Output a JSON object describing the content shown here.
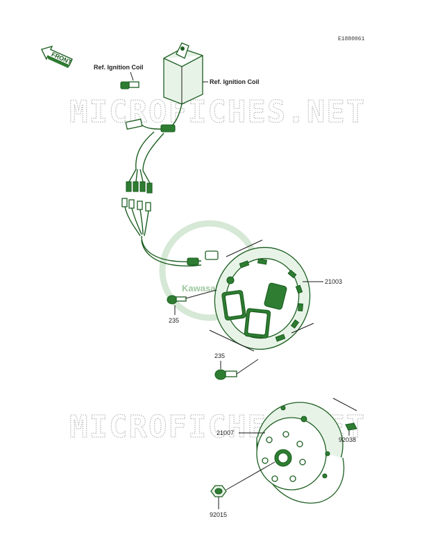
{
  "diagram_code": "E1880061",
  "front_label": "FRONT",
  "watermark": {
    "text_top": "MICROFICHES.NET",
    "text_bottom": "MICROFICHES.NET",
    "logo_text": "Kawasaki"
  },
  "labels": {
    "ref_coil_left": "Ref. Ignition Coil",
    "ref_coil_right": "Ref. Ignition Coil",
    "stator_part": "21003",
    "screw_upper": "235",
    "screw_lower": "235",
    "rotor_part": "21007",
    "key_part": "92038",
    "nut_part": "92015"
  },
  "colors": {
    "part_stroke": "#1b5e20",
    "part_fill": "#e8f3e8",
    "watermark": "#bdbdbd"
  }
}
